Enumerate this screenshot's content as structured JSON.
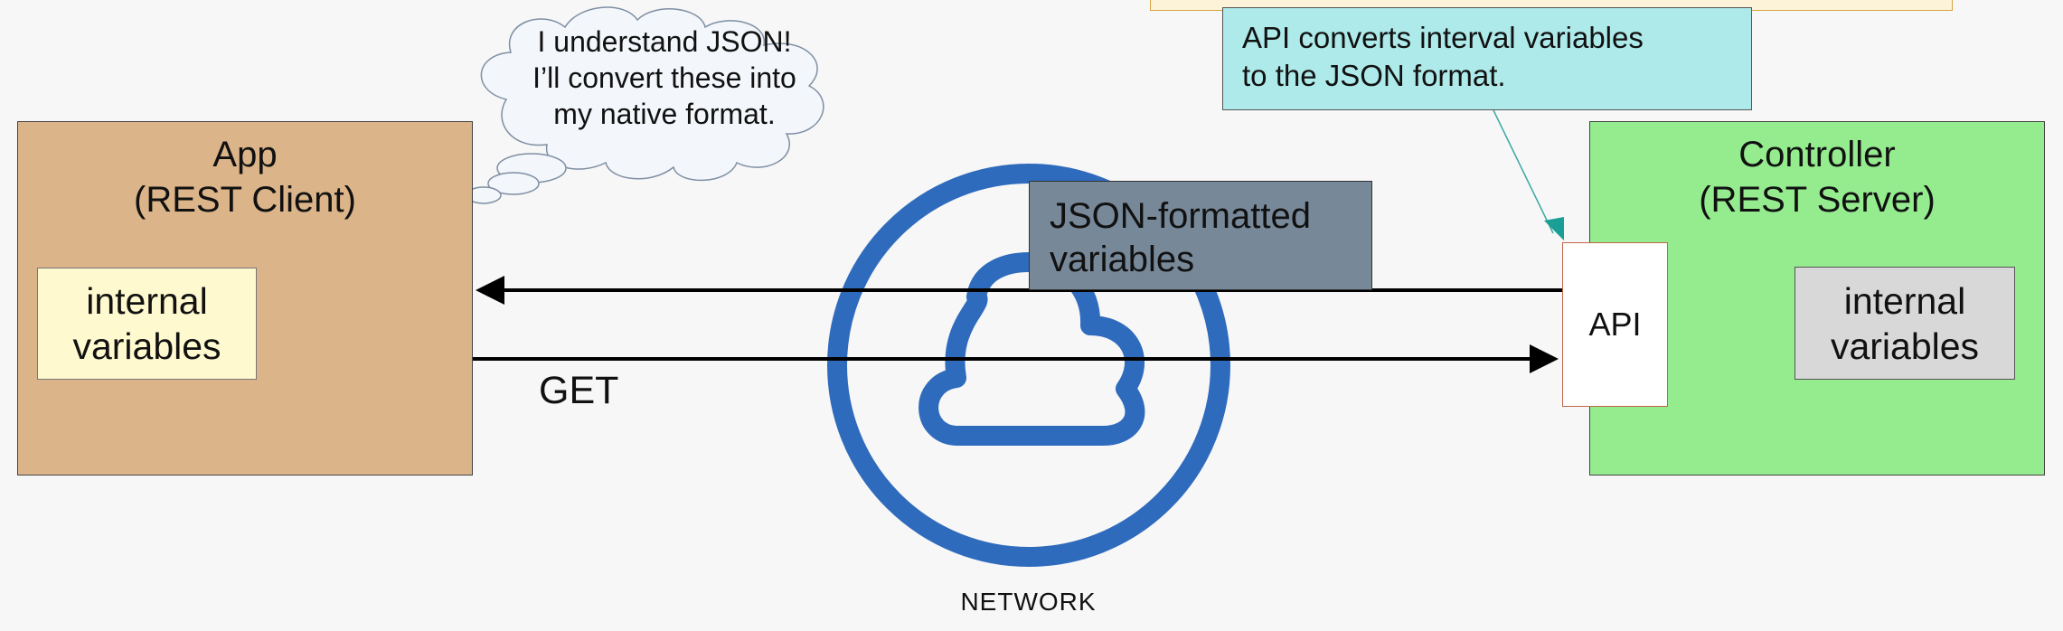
{
  "colors": {
    "app": "#dbb489",
    "controller": "#95ec8e",
    "app_internal": "#fff9cf",
    "controller_internal": "#d8d8d8",
    "json_label": "#778899",
    "callout": "#aeeaea",
    "network_ring": "#2f6bbd",
    "arrows": "#000000"
  },
  "app": {
    "title_line1": "App",
    "title_line2": "(REST Client)",
    "internal_line1": "internal",
    "internal_line2": "variables"
  },
  "controller": {
    "title_line1": "Controller",
    "title_line2": "(REST Server)",
    "api_label": "API",
    "internal_line1": "internal",
    "internal_line2": "variables"
  },
  "thought_bubble": {
    "line1": "I understand JSON!",
    "line2": "I’ll convert these into",
    "line3": "my native format."
  },
  "callout": {
    "line1": "API converts interval variables",
    "line2": "to the JSON format."
  },
  "json_label": {
    "line1": "JSON-formatted",
    "line2": "variables"
  },
  "get_label": "GET",
  "network_label": "NETWORK",
  "icons": {
    "network": "cloud-in-circle-icon"
  }
}
